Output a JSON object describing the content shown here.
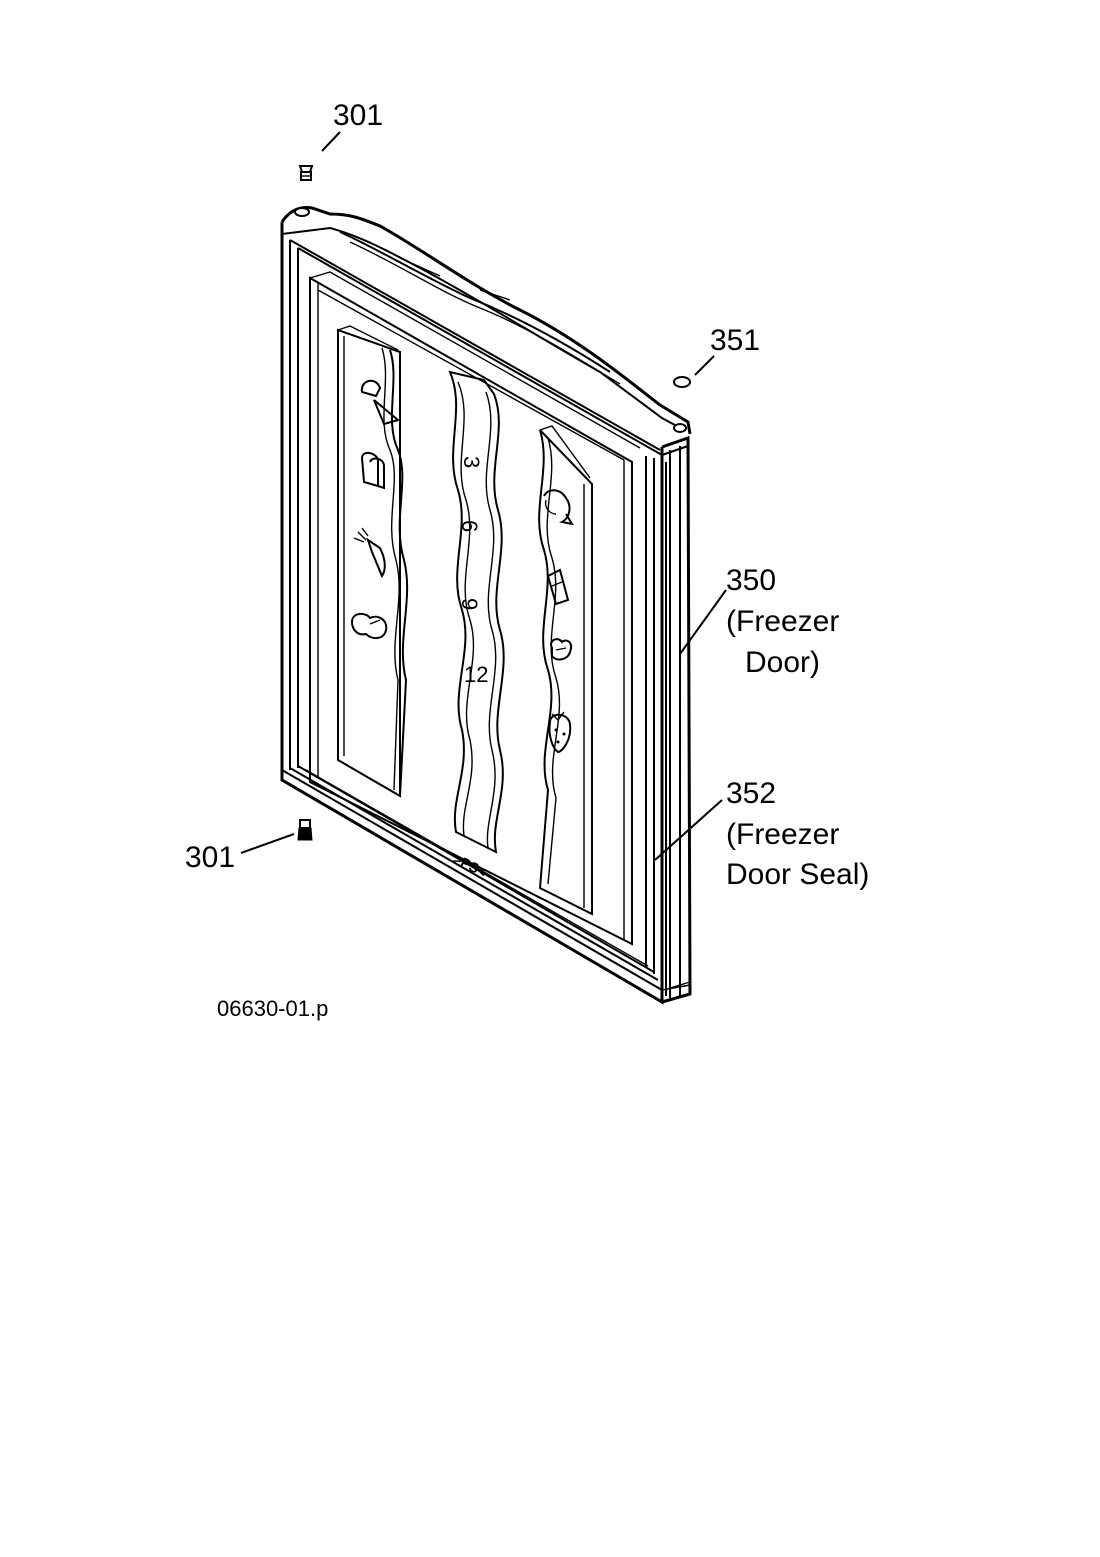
{
  "callouts": {
    "screw_top": "301",
    "plug": "351",
    "door_number": "350",
    "door_name_line1": "(Freezer",
    "door_name_line2": "Door)",
    "seal_number": "352",
    "seal_name_line1": "(Freezer",
    "seal_name_line2": "Door Seal)",
    "screw_bottom": "301"
  },
  "drawing_code": "06630-01.p",
  "door_markings": {
    "ps_mark": ">PS<",
    "month_scale": [
      "3",
      "6",
      "9",
      "12"
    ]
  },
  "icons": {
    "left_column": [
      "ice-cream-icon",
      "bread-icon",
      "carrot-icon",
      "chicken-icon"
    ],
    "right_column": [
      "fish-icon",
      "cheese-icon",
      "vegetable-icon",
      "strawberry-icon"
    ]
  }
}
